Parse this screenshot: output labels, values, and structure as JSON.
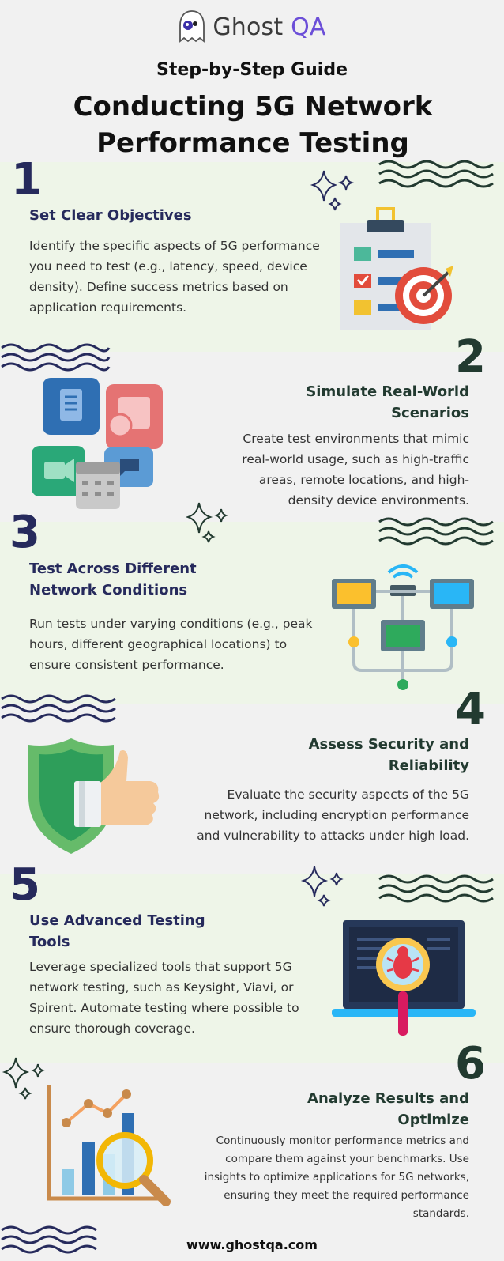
{
  "brand": {
    "name_prefix": "Ghost",
    "name_suffix": "QA"
  },
  "title": {
    "kicker": "Step-by-Step Guide",
    "line1": "Conducting 5G Network",
    "line2": "Performance Testing"
  },
  "steps": [
    {
      "number": "1",
      "heading": "Set Clear Objectives",
      "body": "Identify the specific aspects of 5G performance you need to test (e.g., latency, speed, device density). Define success metrics based on application requirements."
    },
    {
      "number": "2",
      "heading_line1": "Simulate Real-World",
      "heading_line2": "Scenarios",
      "body": "Create test environments that mimic real-world usage, such as high-traffic areas, remote locations, and high-density device environments."
    },
    {
      "number": "3",
      "heading_line1": "Test Across Different",
      "heading_line2": "Network Conditions",
      "body": "Run tests under varying conditions (e.g., peak hours, different geographical locations) to ensure consistent performance."
    },
    {
      "number": "4",
      "heading_line1": "Assess Security and",
      "heading_line2": "Reliability",
      "body": "Evaluate the security aspects of the 5G network, including encryption performance and vulnerability to attacks under high load."
    },
    {
      "number": "5",
      "heading_line1": "Use Advanced Testing",
      "heading_line2": "Tools",
      "body": "Leverage specialized tools that support 5G network testing, such as Keysight, Viavi, or Spirent. Automate testing where possible to ensure thorough coverage."
    },
    {
      "number": "6",
      "heading_line1": "Analyze Results and",
      "heading_line2": "Optimize",
      "body": "Continuously monitor performance metrics and compare them against your benchmarks. Use insights to optimize applications for 5G networks, ensuring they meet the required performance standards."
    }
  ],
  "footer": {
    "url": "www.ghostqa.com"
  },
  "icons": [
    "ghost-logo-icon",
    "clipboard-target-icon",
    "apps-icon",
    "network-icon",
    "shield-thumbs-up-icon",
    "bug-laptop-icon",
    "analytics-chart-icon",
    "sparkle-icon",
    "wave-icon"
  ],
  "colors": {
    "navy": "#262a5c",
    "dark_green": "#223a30",
    "brand_purple": "#6c4fd8",
    "band_green": "#eef5e8",
    "background": "#f1f1f1"
  }
}
